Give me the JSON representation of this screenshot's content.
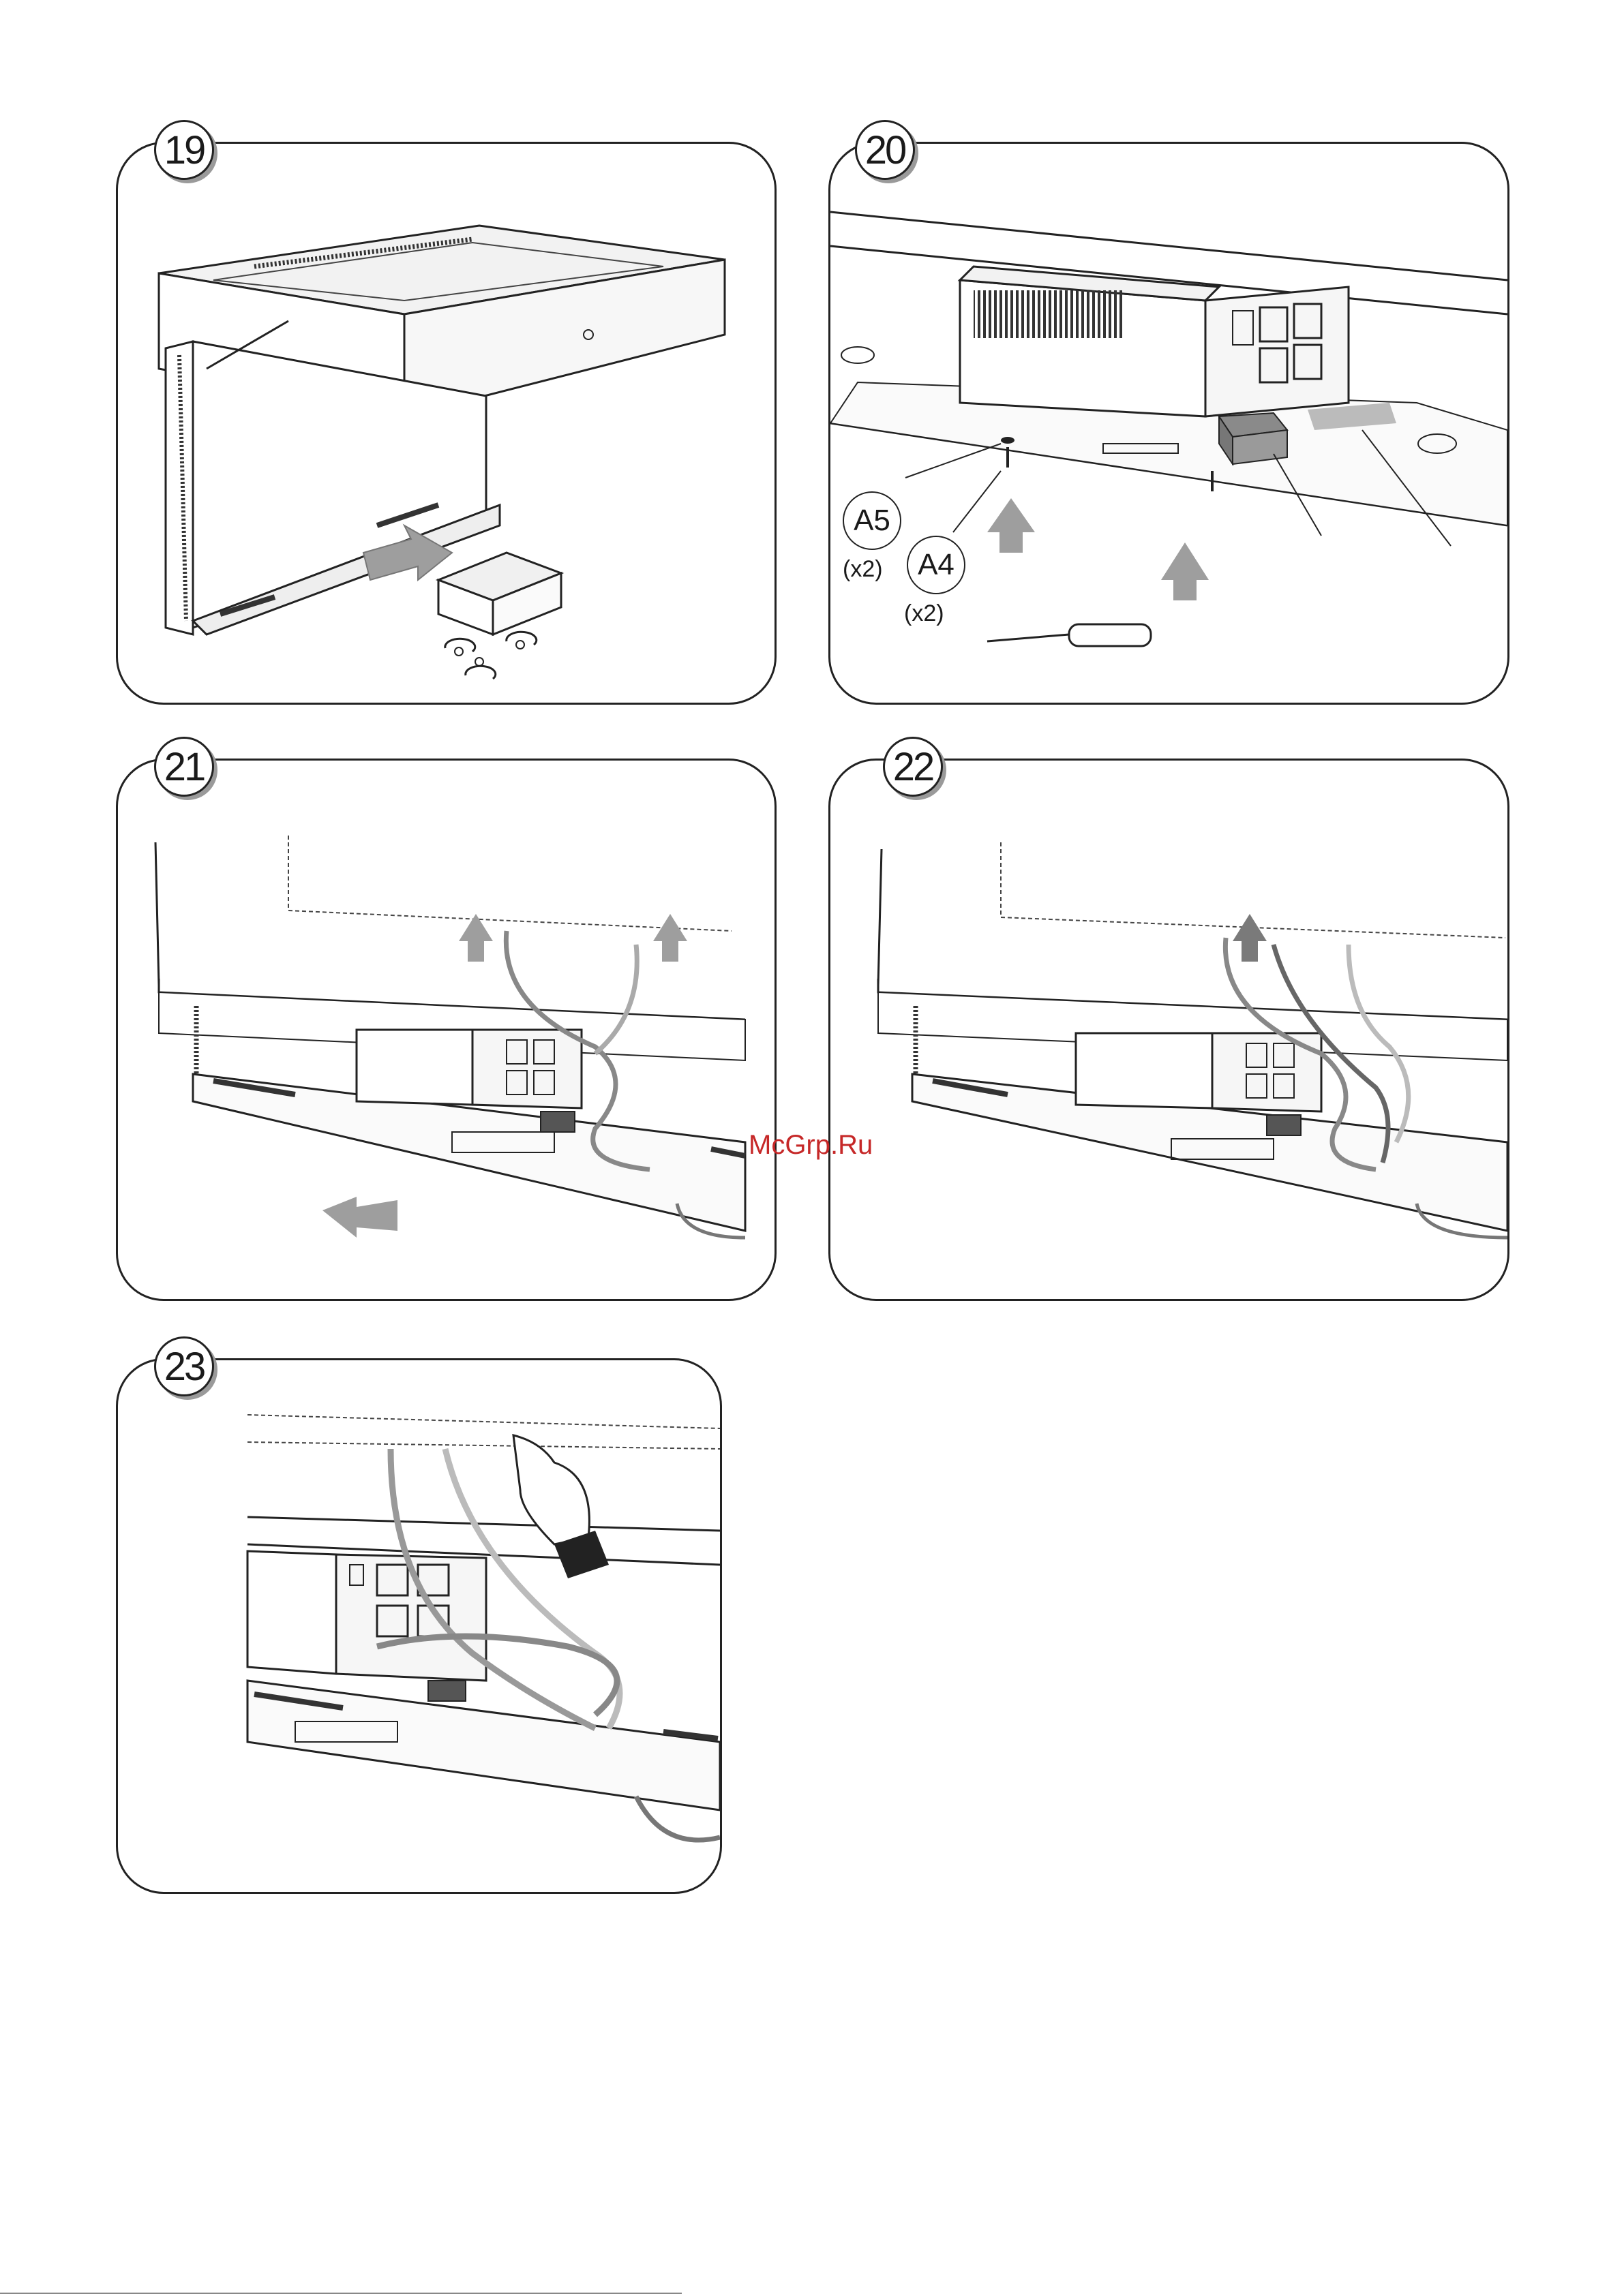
{
  "steps": [
    {
      "number": "19"
    },
    {
      "number": "20",
      "callouts": [
        {
          "label": "A5",
          "qty": "(x2)"
        },
        {
          "label": "A4",
          "qty": "(x2)"
        }
      ]
    },
    {
      "number": "21"
    },
    {
      "number": "22"
    },
    {
      "number": "23"
    }
  ],
  "watermark": "McGrp.Ru"
}
